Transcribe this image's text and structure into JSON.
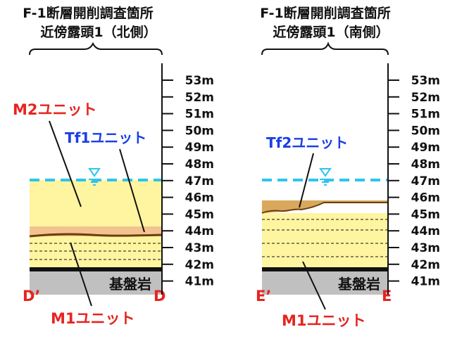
{
  "left_panel": {
    "title_line1": "F-1断層開削調査箇所",
    "title_line2": "近傍露頭1（北側）",
    "label_m2": "M2ユニット",
    "label_tf": "Tf1ユニット",
    "label_m1": "M1ユニット",
    "label_bedrock": "基盤岩",
    "corner_left": "D’",
    "corner_right": "D"
  },
  "right_panel": {
    "title_line1": "F-1断層開削調査箇所",
    "title_line2": "近傍露頭1（南側）",
    "label_tf": "Tf2ユニット",
    "label_m1": "M1ユニット",
    "label_bedrock": "基盤岩",
    "corner_left": "E’",
    "corner_right": "E"
  },
  "elevation_ticks": [
    "53m",
    "52m",
    "51m",
    "50m",
    "49m",
    "48m",
    "47m",
    "46m",
    "45m",
    "44m",
    "43m",
    "42m",
    "41m"
  ],
  "colors": {
    "sand": "#fff5a0",
    "m2_band": "#f2c38f",
    "tf2": "#d9a85c",
    "bedrock": "#c0c0c0",
    "water": "#2ec4ee",
    "label_red": "#e8231f",
    "label_blue": "#1a3ee8"
  },
  "icons": [
    "water-level-icon"
  ]
}
